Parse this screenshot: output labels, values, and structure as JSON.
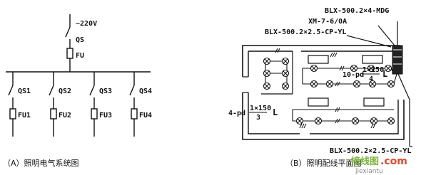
{
  "diagram_a": {
    "supply": "~220V",
    "main_switch": "QS",
    "main_fuse": "FU",
    "branches": [
      {
        "switch": "QS1",
        "fuse": "FU1"
      },
      {
        "switch": "QS2",
        "fuse": "FU2"
      },
      {
        "switch": "QS3",
        "fuse": "FU3"
      },
      {
        "switch": "QS4",
        "fuse": "FU4"
      }
    ],
    "caption": "（A）照明电气系统图"
  },
  "diagram_b": {
    "label_mdg": "BLX-500.2×4-MDG",
    "label_xm": "XM-7-6/0A",
    "label_cp_top": "BLX-500.2×2.5-CP-YL",
    "label_cp_bottom": "BLX-500.2×2.5-CP-YL",
    "label_10pd": "10-pd",
    "label_10pd_num": "1×150",
    "label_10pd_den": "4",
    "label_L1": "L",
    "label_4pd": "4-pd",
    "label_4pd_num": "1×150",
    "label_4pd_den": "3",
    "label_L2": "L",
    "caption": "（B）照明配线平面图"
  },
  "watermark": {
    "text1": "接线图",
    "text2": ".com",
    "text3": "jiexiantu"
  }
}
